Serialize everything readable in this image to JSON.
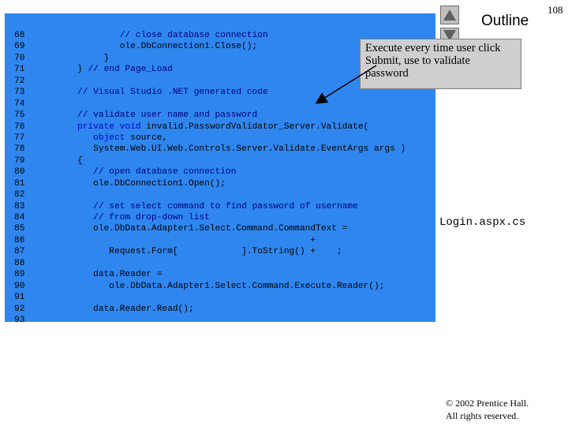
{
  "slide": {
    "page_number": "108",
    "outline_title": "Outline",
    "file_label": "Login.aspx.cs",
    "callout": "Execute every time user click Submit, use to validate password",
    "copyright_line1": "© 2002 Prentice Hall.",
    "copyright_line2": "All rights reserved."
  },
  "colors": {
    "code_background": "#2f86ef",
    "comment": "#00007a",
    "keyword": "#0000c8",
    "code": "#000000",
    "callout_background": "#cfcfcf"
  },
  "icons": {
    "up": "triangle-up-icon",
    "down": "triangle-down-icon"
  },
  "code_lines": [
    {
      "num": "68",
      "parts": [
        {
          "t": "        ",
          "c": "code"
        },
        {
          "t": "// close database connection",
          "c": "comment"
        }
      ]
    },
    {
      "num": "69",
      "parts": [
        {
          "t": "        ole.DbConnection1.Close();",
          "c": "code"
        }
      ]
    },
    {
      "num": "70",
      "parts": [
        {
          "t": "     }",
          "c": "code"
        }
      ]
    },
    {
      "num": "71",
      "parts": [
        {
          "t": "} ",
          "c": "code"
        },
        {
          "t": "// end Page_Load",
          "c": "comment"
        }
      ]
    },
    {
      "num": "72",
      "parts": []
    },
    {
      "num": "73",
      "parts": [
        {
          "t": "// Visual Studio .NET generated code",
          "c": "comment"
        }
      ]
    },
    {
      "num": "74",
      "parts": []
    },
    {
      "num": "75",
      "parts": [
        {
          "t": "// validate user name and password",
          "c": "comment"
        }
      ]
    },
    {
      "num": "76",
      "parts": [
        {
          "t": "private void",
          "c": "keyword"
        },
        {
          "t": " invalid.PasswordValidator_Server.Validate(",
          "c": "code"
        }
      ]
    },
    {
      "num": "77",
      "parts": [
        {
          "t": "   ",
          "c": "code"
        },
        {
          "t": "object",
          "c": "keyword"
        },
        {
          "t": " source,",
          "c": "code"
        }
      ]
    },
    {
      "num": "78",
      "parts": [
        {
          "t": "   System.Web.UI.Web.Controls.Server.Validate.EventArgs args )",
          "c": "code"
        }
      ]
    },
    {
      "num": "79",
      "parts": [
        {
          "t": "{",
          "c": "code"
        }
      ]
    },
    {
      "num": "80",
      "parts": [
        {
          "t": "   ",
          "c": "code"
        },
        {
          "t": "// open database connection",
          "c": "comment"
        }
      ]
    },
    {
      "num": "81",
      "parts": [
        {
          "t": "   ole.DbConnection1.Open();",
          "c": "code"
        }
      ]
    },
    {
      "num": "82",
      "parts": []
    },
    {
      "num": "83",
      "parts": [
        {
          "t": "   ",
          "c": "code"
        },
        {
          "t": "// set select command to find password of username",
          "c": "comment"
        }
      ]
    },
    {
      "num": "84",
      "parts": [
        {
          "t": "   ",
          "c": "code"
        },
        {
          "t": "// from drop-down list",
          "c": "comment"
        }
      ]
    },
    {
      "num": "85",
      "parts": [
        {
          "t": "   ole.DbData.Adapter1.Select.Command.CommandText =",
          "c": "code"
        }
      ]
    },
    {
      "num": "86",
      "parts": [
        {
          "t": "                                            +",
          "c": "code"
        }
      ]
    },
    {
      "num": "87",
      "parts": [
        {
          "t": "      Request.Form[            ].ToString() +    ;",
          "c": "code"
        }
      ]
    },
    {
      "num": "88",
      "parts": []
    },
    {
      "num": "89",
      "parts": [
        {
          "t": "   data.Reader =",
          "c": "code"
        }
      ]
    },
    {
      "num": "90",
      "parts": [
        {
          "t": "      ole.DbData.Adapter1.Select.Command.Execute.Reader();",
          "c": "code"
        }
      ]
    },
    {
      "num": "91",
      "parts": []
    },
    {
      "num": "92",
      "parts": [
        {
          "t": "   data.Reader.Read();",
          "c": "code"
        }
      ]
    },
    {
      "num": "93",
      "parts": []
    }
  ]
}
